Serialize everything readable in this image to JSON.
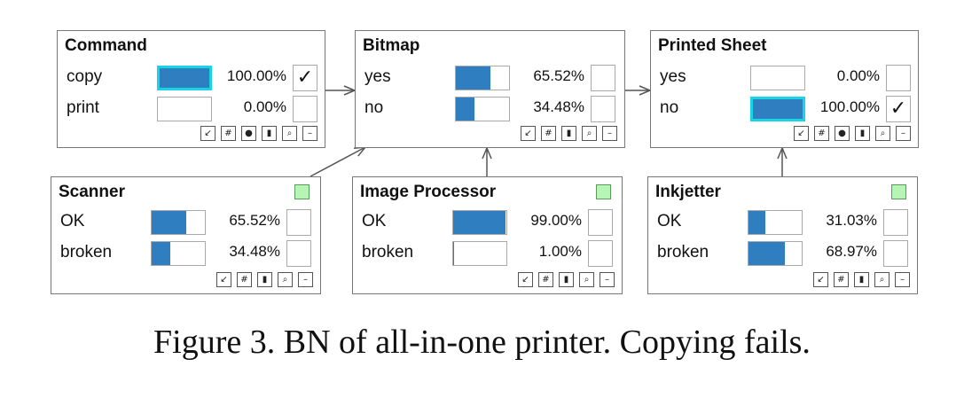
{
  "nodes": {
    "command": {
      "title": "Command",
      "states": [
        {
          "label": "copy",
          "pct": "100.00%",
          "value": 1.0,
          "check": "✓"
        },
        {
          "label": "print",
          "pct": "0.00%",
          "value": 0.0,
          "check": ""
        }
      ],
      "toolbar": [
        "arrow-icon",
        "grid-icon",
        "dot-icon",
        "bar-chart-icon",
        "search-icon",
        "minimize-icon"
      ]
    },
    "bitmap": {
      "title": "Bitmap",
      "states": [
        {
          "label": "yes",
          "pct": "65.52%",
          "value": 0.6552,
          "check": ""
        },
        {
          "label": "no",
          "pct": "34.48%",
          "value": 0.3448,
          "check": ""
        }
      ],
      "toolbar": [
        "arrow-icon",
        "grid-icon",
        "bar-chart-icon",
        "search-icon",
        "minimize-icon"
      ]
    },
    "printed_sheet": {
      "title": "Printed Sheet",
      "states": [
        {
          "label": "yes",
          "pct": "0.00%",
          "value": 0.0,
          "check": ""
        },
        {
          "label": "no",
          "pct": "100.00%",
          "value": 1.0,
          "check": "✓"
        }
      ],
      "toolbar": [
        "arrow-icon",
        "grid-icon",
        "dot-icon",
        "bar-chart-icon",
        "search-icon",
        "minimize-icon"
      ]
    },
    "scanner": {
      "title": "Scanner",
      "states": [
        {
          "label": "OK",
          "pct": "65.52%",
          "value": 0.6552,
          "check": ""
        },
        {
          "label": "broken",
          "pct": "34.48%",
          "value": 0.3448,
          "check": ""
        }
      ],
      "toolbar": [
        "arrow-icon",
        "grid-icon",
        "bar-chart-icon",
        "search-icon",
        "minimize-icon"
      ]
    },
    "image_processor": {
      "title": "Image Processor",
      "states": [
        {
          "label": "OK",
          "pct": "99.00%",
          "value": 0.99,
          "check": ""
        },
        {
          "label": "broken",
          "pct": "1.00%",
          "value": 0.01,
          "check": ""
        }
      ],
      "toolbar": [
        "arrow-icon",
        "grid-icon",
        "bar-chart-icon",
        "search-icon",
        "minimize-icon"
      ]
    },
    "inkjetter": {
      "title": "Inkjetter",
      "states": [
        {
          "label": "OK",
          "pct": "31.03%",
          "value": 0.3103,
          "check": ""
        },
        {
          "label": "broken",
          "pct": "68.97%",
          "value": 0.6897,
          "check": ""
        }
      ],
      "toolbar": [
        "arrow-icon",
        "grid-icon",
        "bar-chart-icon",
        "search-icon",
        "minimize-icon"
      ]
    }
  },
  "colors": {
    "bar": "#2f7ec0",
    "selected_border": "#19d4e6",
    "evidence": "#b7f5b7"
  },
  "caption": "Figure 3. BN of all-in-one printer. Copying fails."
}
